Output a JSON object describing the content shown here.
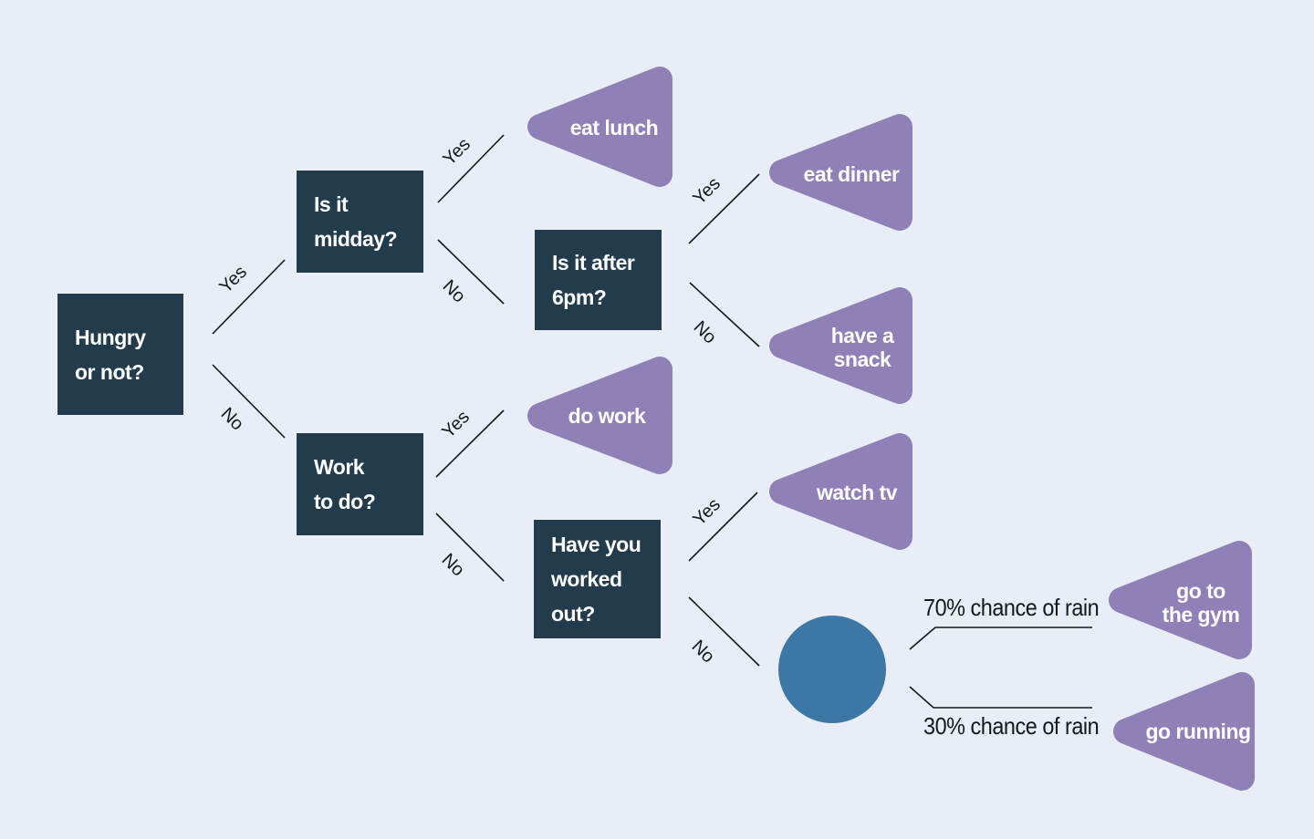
{
  "colors": {
    "background": "#e9edf5",
    "decision_node": "#223c4e",
    "outcome_node": "#8f80b8",
    "chance_node": "#3d77a6",
    "edge_line": "#14181c",
    "node_text": "#ffffff",
    "label_text": "#14181c"
  },
  "decision_nodes": {
    "hungry": {
      "line1": "Hungry",
      "line2": "or not?"
    },
    "midday": {
      "line1": "Is it",
      "line2": "midday?"
    },
    "after6pm": {
      "line1": "Is it after",
      "line2": "6pm?"
    },
    "work": {
      "line1": "Work",
      "line2": "to do?"
    },
    "worked_out": {
      "line1": "Have you",
      "line2": "worked",
      "line3": "out?"
    }
  },
  "outcome_nodes": {
    "eat_lunch": {
      "line1": "eat lunch"
    },
    "eat_dinner": {
      "line1": "eat dinner"
    },
    "have_snack": {
      "line1": "have a",
      "line2": "snack"
    },
    "do_work": {
      "line1": "do work"
    },
    "watch_tv": {
      "line1": "watch tv"
    },
    "go_gym": {
      "line1": "go to",
      "line2": "the gym"
    },
    "go_running": {
      "line1": "go running"
    }
  },
  "edge_labels": {
    "hungry_yes": "Yes",
    "hungry_no": "No",
    "midday_yes": "Yes",
    "midday_no": "No",
    "after6pm_yes": "Yes",
    "after6pm_no": "No",
    "work_yes": "Yes",
    "work_no": "No",
    "worked_out_yes": "Yes",
    "worked_out_no": "No"
  },
  "chance_labels": {
    "high": "70% chance of rain",
    "low": "30% chance of rain"
  }
}
